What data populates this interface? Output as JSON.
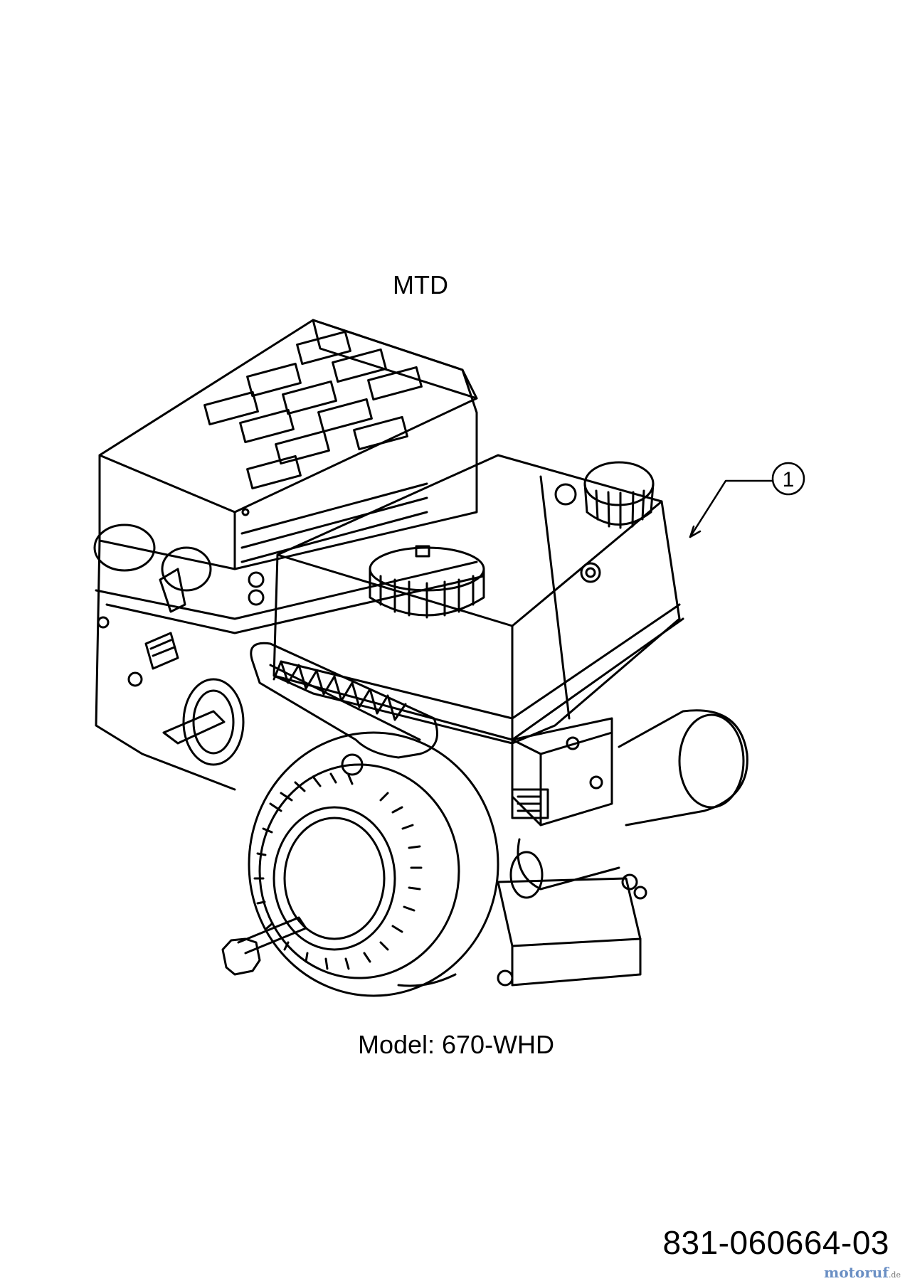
{
  "header": {
    "brand": "MTD"
  },
  "callouts": [
    {
      "number": "1"
    }
  ],
  "caption": {
    "model": "Model: 670-WHD"
  },
  "footer": {
    "part_number": "831-060664-03"
  },
  "watermark": {
    "name": "motoruf",
    "tld": ".de"
  },
  "colors": {
    "line": "#000000",
    "background": "#ffffff",
    "watermark": "#6a8fc4"
  }
}
